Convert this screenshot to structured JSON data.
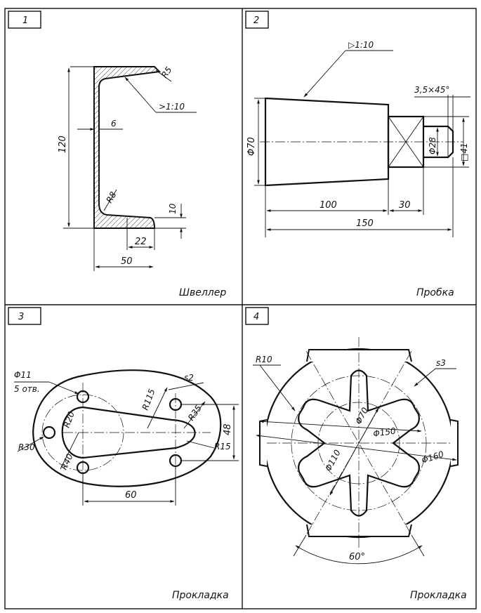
{
  "panels": [
    {
      "number": "1",
      "title": "Швеллер",
      "dims": {
        "height": "120",
        "thickness": "6",
        "flange_r": "R5",
        "taper": ">1:10",
        "inner_r": "R8",
        "flange_t": "10",
        "flange_part": "22",
        "width": "50"
      }
    },
    {
      "number": "2",
      "title": "Пробка",
      "dims": {
        "taper": "▷1:10",
        "chamfer": "3,5×45°",
        "diam_big": "Φ70",
        "diam_small": "Φ28",
        "square": "□41",
        "len_cone": "100",
        "len_square": "30",
        "len_total": "150"
      }
    },
    {
      "number": "3",
      "title": "Прокладка",
      "dims": {
        "holes_d": "Φ11",
        "holes_n": "5 отв.",
        "thickness": "s2",
        "r115": "R115",
        "r35": "R35",
        "r20": "R20",
        "r30": "R30",
        "r40": "R40",
        "r15": "R15",
        "h48": "48",
        "l60": "60"
      }
    },
    {
      "number": "4",
      "title": "Прокладка",
      "dims": {
        "r10": "R10",
        "thickness": "s3",
        "d70": "Φ70",
        "d150": "Φ150",
        "d110": "Φ110",
        "d160": "Φ160",
        "angle": "60°"
      }
    }
  ]
}
